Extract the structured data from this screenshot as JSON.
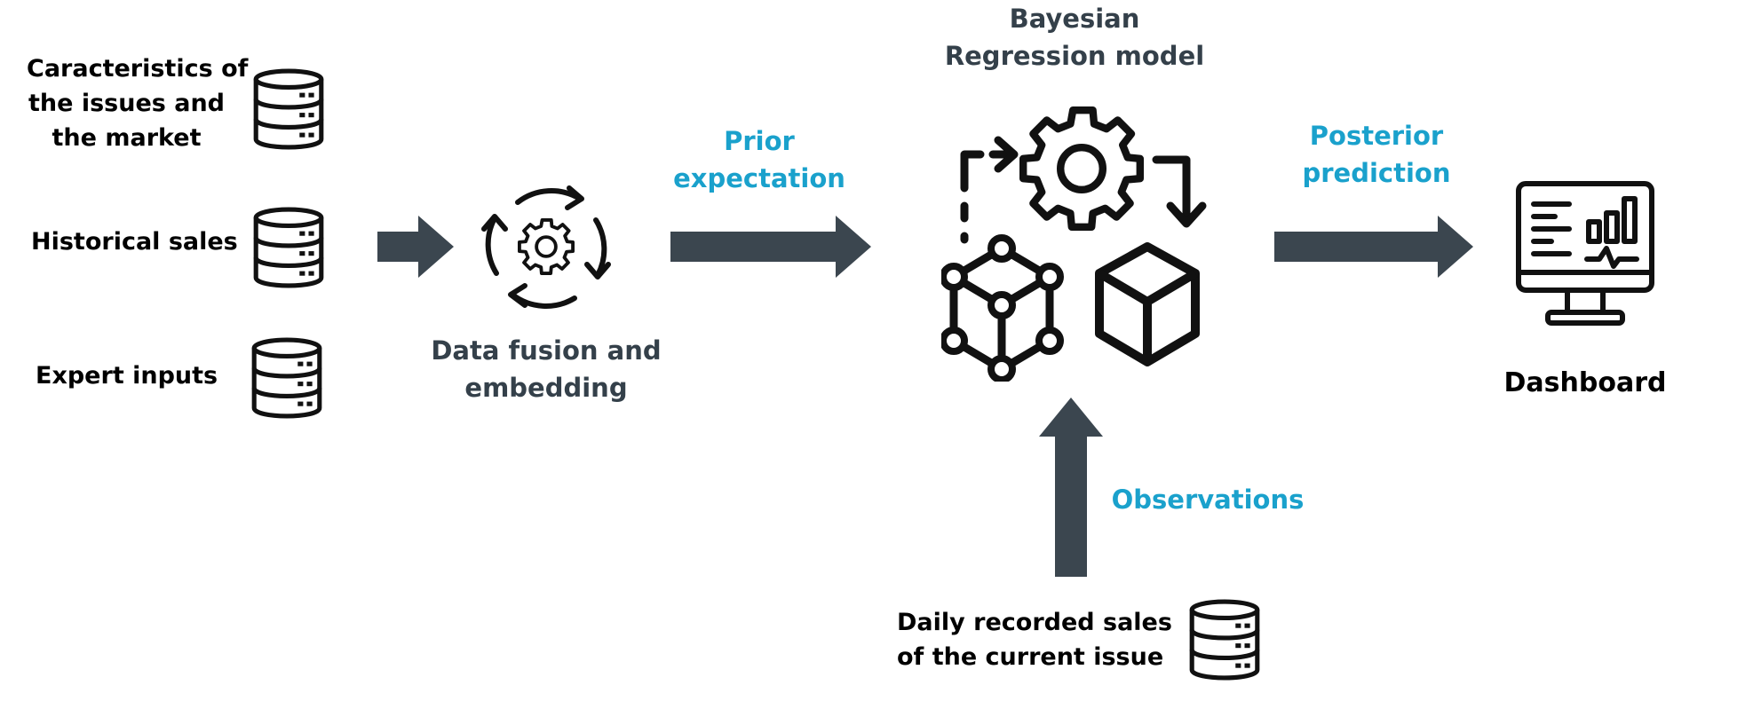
{
  "inputs": {
    "characteristics": [
      "Caracteristics of",
      "the issues and",
      "the market"
    ],
    "historical": "Historical sales",
    "expert": "Expert inputs"
  },
  "fusion": {
    "label": [
      "Data fusion and",
      "embedding"
    ]
  },
  "prior": {
    "label": [
      "Prior",
      "expectation"
    ]
  },
  "model": {
    "label": [
      "Bayesian",
      "Regression model"
    ]
  },
  "posterior": {
    "label": [
      "Posterior",
      "prediction"
    ]
  },
  "dashboard": {
    "label": "Dashboard"
  },
  "observations": {
    "label": "Observations"
  },
  "daily": {
    "label": [
      "Daily recorded sales",
      "of the current issue"
    ]
  },
  "colors": {
    "arrow": "#3b464f",
    "accent": "#1aa1cc",
    "label_dark": "#34404a",
    "icon": "#111111"
  },
  "icons": [
    "database-icon",
    "cycle-gear-icon",
    "bayesian-model-icon",
    "dashboard-monitor-icon"
  ]
}
